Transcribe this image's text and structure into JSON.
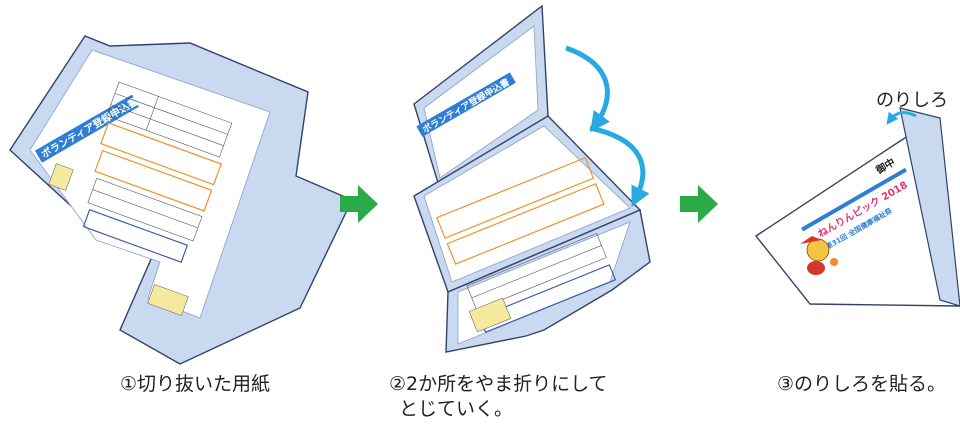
{
  "steps": [
    {
      "label": "①切り抜いた用紙"
    },
    {
      "label_line1": "②2か所をやま折りにして",
      "label_line2": "とじていく。"
    },
    {
      "label": "③のりしろを貼る。"
    }
  ],
  "glue_flap_label": "のりしろ",
  "document": {
    "title": "ボランティア登録申込書"
  },
  "envelope": {
    "event_name": "第31回 全国健康福祉祭",
    "festival_line": "ねんりんピック 2018",
    "recipient": "御中"
  },
  "colors": {
    "paper_fill": "#c9d9ef",
    "paper_outline": "#33416b",
    "doc_title_bar": "#2f7ed6",
    "section_orange": "#f0902e",
    "section_blue": "#3c5fa8",
    "arrow_green": "#2aab48",
    "fold_arrow_cyan": "#29a9e1"
  }
}
